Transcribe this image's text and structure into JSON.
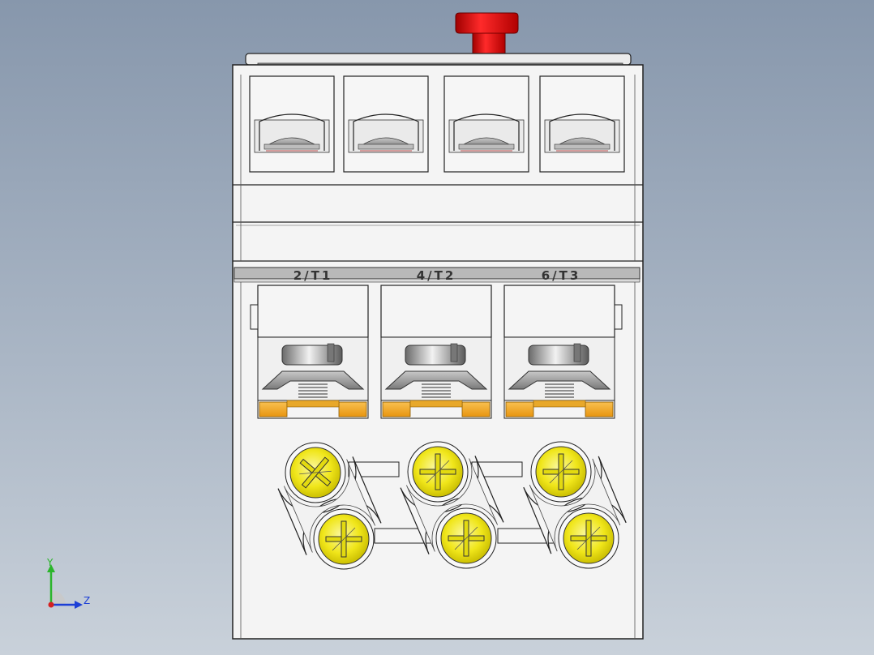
{
  "viewport": {
    "model": "thermal-overload-relay",
    "view": "front",
    "background_top": "#8797ac",
    "background_bottom": "#c9d1da"
  },
  "terminals": {
    "bottom_labels": [
      "2/T1",
      "4/T2",
      "6/T3"
    ],
    "top_slot_count": 4,
    "cable_clamp_count": 3,
    "screw_count": 6
  },
  "triad": {
    "y_label": "Y",
    "z_label": "Z",
    "y_color": "#2bb52b",
    "z_color": "#1c3fd6",
    "x_color": "#d42020"
  },
  "colors": {
    "housing": "#f4f4f4",
    "outline": "#222222",
    "screw_head": "#f2ea1c",
    "clamp_base": "#f3a81c",
    "reset_button": "#e01010"
  }
}
